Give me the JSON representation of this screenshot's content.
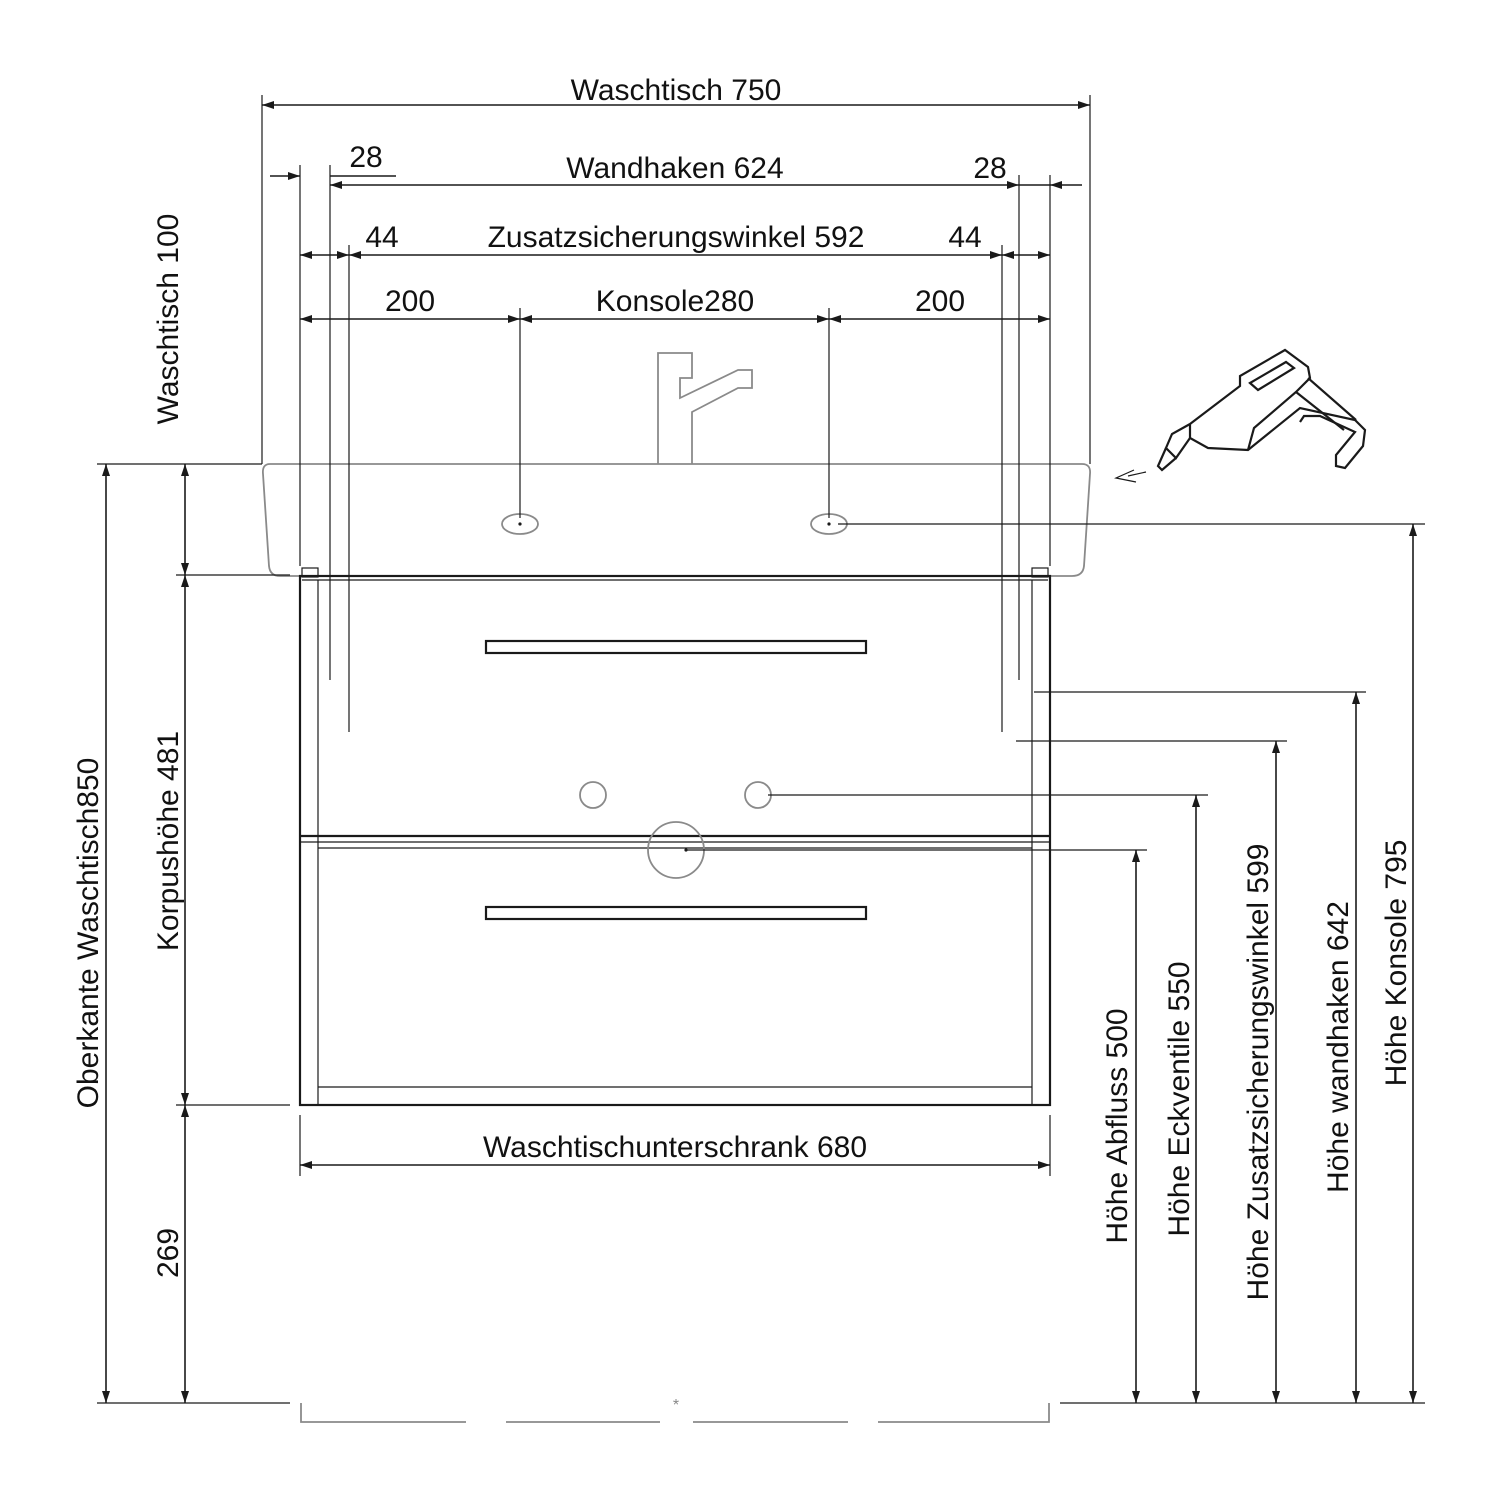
{
  "labels": {
    "waschtisch": "Waschtisch 750",
    "wandhaken": "Wandhaken  624",
    "wandhaken_left": "28",
    "wandhaken_right": "28",
    "zusatz": "Zusatzsicherungswinkel 592",
    "zusatz_left": "44",
    "zusatz_right": "44",
    "konsole_left": "200",
    "konsole": "Konsole280",
    "konsole_right": "200",
    "waschtisch_hoehe": "Waschtisch 100",
    "oberkante": "Oberkante Waschtisch850",
    "korpushoehe": "Korpushöhe 481",
    "sockel": "269",
    "unterschrank": "Waschtischunterschrank 680",
    "abfluss": "Höhe Abfluss 500",
    "eckventile": "Höhe Eckventile 550",
    "zusatz_hoehe": "Höhe Zusatzsicherungswinkel 599",
    "wandhaken_hoehe": "Höhe wandhaken 642",
    "konsole_hoehe": "Höhe Konsole 795"
  },
  "colors": {
    "line": "#1a1a1a",
    "basin_outline": "#8a8a8a",
    "background": "#ffffff"
  },
  "icons": {
    "drill": "drill-icon",
    "direction_arrow": "arrow-left-icon",
    "faucet": "faucet-icon"
  }
}
